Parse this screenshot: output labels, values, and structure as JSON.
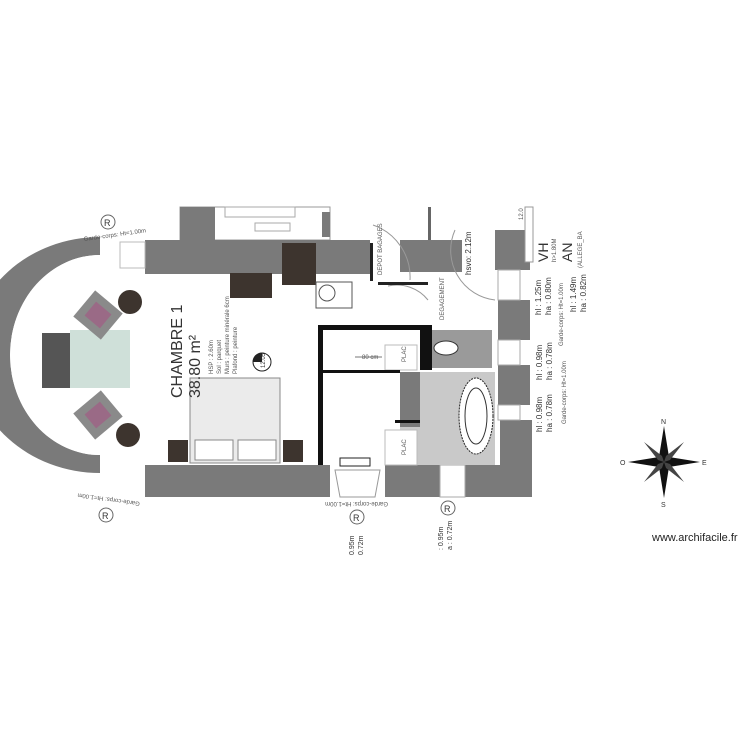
{
  "room": {
    "name": "CHAMBRE 1",
    "area": "38.80 m²",
    "height_badge": "12.05"
  },
  "room_notes": [
    "HSP : 2.60m",
    "Sol : parquet",
    "Murs : peinture minérale 6cm",
    "Plafond : peinture"
  ],
  "labels": {
    "depot": "DEPOT BAGAGES",
    "degagement": "DEGAGEMENT",
    "hsvo": "hsvo: 2.12m",
    "vh": "VH",
    "vh_sub": "h>1.80M",
    "an": "AN",
    "an_sub": "(ALLEGE_BA",
    "plac1": "PLAC",
    "plac2": "PLAC",
    "width_80": "80 cm",
    "garde_corps_top": "Garde-corps: Ht=1.00m",
    "garde_corps_bottom": "Garde-corps: Ht=1.00m",
    "garde_corps_mid": "Garde-corps: Ht=1.00m",
    "garde_corps_right": "Garde-corps: Ht=1.00m",
    "garde_corps_right2": "Garde-corps: Ht=1.00m",
    "badge_top_right": "12.0"
  },
  "windows": [
    {
      "hl": "hl : 1.25m",
      "ha": "ha : 0.80m"
    },
    {
      "hl": "hl : 1.49m",
      "ha": "ha : 0.82m"
    },
    {
      "hl": "hl : 0.98m",
      "ha": "ha : 0.78m"
    },
    {
      "hl": "hl : 0.98m",
      "ha": "ha : 0.78m"
    },
    {
      "hl": "0.95m",
      "ha": "0.72m"
    },
    {
      "hl": ": 0.95m",
      "ha": "a : 0.72m"
    }
  ],
  "markers": [
    "R",
    "R",
    "R",
    "R"
  ],
  "compass": {
    "n": "N",
    "s": "S",
    "e": "E",
    "o": "O"
  },
  "site": "www.archifacile.fr",
  "colors": {
    "wall": "#7a7a7a",
    "bath_floor": "#c9c9c9",
    "bay_floor": "#cfe0d9",
    "chair_cushion": "#9a6a86",
    "furniture_dark": "#3d342e"
  }
}
